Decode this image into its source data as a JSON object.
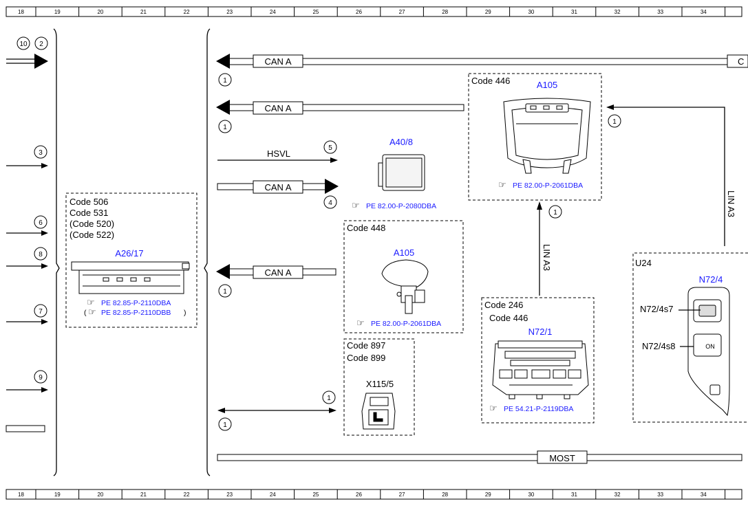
{
  "ruler": {
    "numbers": [
      "18",
      "19",
      "20",
      "21",
      "22",
      "23",
      "24",
      "25",
      "26",
      "27",
      "28",
      "29",
      "30",
      "31",
      "32",
      "33",
      "34"
    ]
  },
  "refs": {
    "r10": "10",
    "r2": "2",
    "r3": "3",
    "r6": "6",
    "r8": "8",
    "r7": "7",
    "r9": "9",
    "r1a": "1",
    "r1b": "1",
    "r5": "5",
    "r4": "4",
    "r1c": "1",
    "r1d": "1",
    "r1e": "1",
    "r1f": "1",
    "r1g": "1"
  },
  "buses": {
    "can_a_1": "CAN A",
    "can_a_1_cut": "C",
    "can_a_2": "CAN A",
    "hsvl": "HSVL",
    "can_a_3": "CAN A",
    "can_a_4": "CAN A",
    "most": "MOST",
    "lin_a3_left": "LIN A3",
    "lin_a3_right": "LIN A3"
  },
  "boxes": {
    "a26": {
      "codes": [
        "Code 506",
        "Code 531",
        "(Code 520)",
        "(Code 522)"
      ],
      "component": "A26/17",
      "ref1": "PE 82.85-P-2110DBA",
      "ref2_open": "(",
      "ref2": "PE 82.85-P-2110DBB",
      "ref2_close": ")"
    },
    "a40": {
      "component": "A40/8",
      "ref": "PE 82.00-P-2080DBA"
    },
    "a105_top": {
      "code": "Code 446",
      "component": "A105",
      "ref": "PE 82.00-P-2061DBA"
    },
    "a105_mid": {
      "code": "Code 448",
      "component": "A105",
      "ref": "PE 82.00-P-2061DBA"
    },
    "x115": {
      "codes": [
        "Code 897",
        "Code 899"
      ],
      "component": "X115/5"
    },
    "n72_1": {
      "codes": [
        "Code 246",
        "Code 446"
      ],
      "component": "N72/1",
      "ref": "PE 54.21-P-2119DBA"
    },
    "n72_4": {
      "code": "U24",
      "component": "N72/4",
      "s7": "N72/4s7",
      "s8": "N72/4s8",
      "on": "ON"
    }
  },
  "colors": {
    "component_label": "#1a1aff",
    "line": "#000000"
  }
}
